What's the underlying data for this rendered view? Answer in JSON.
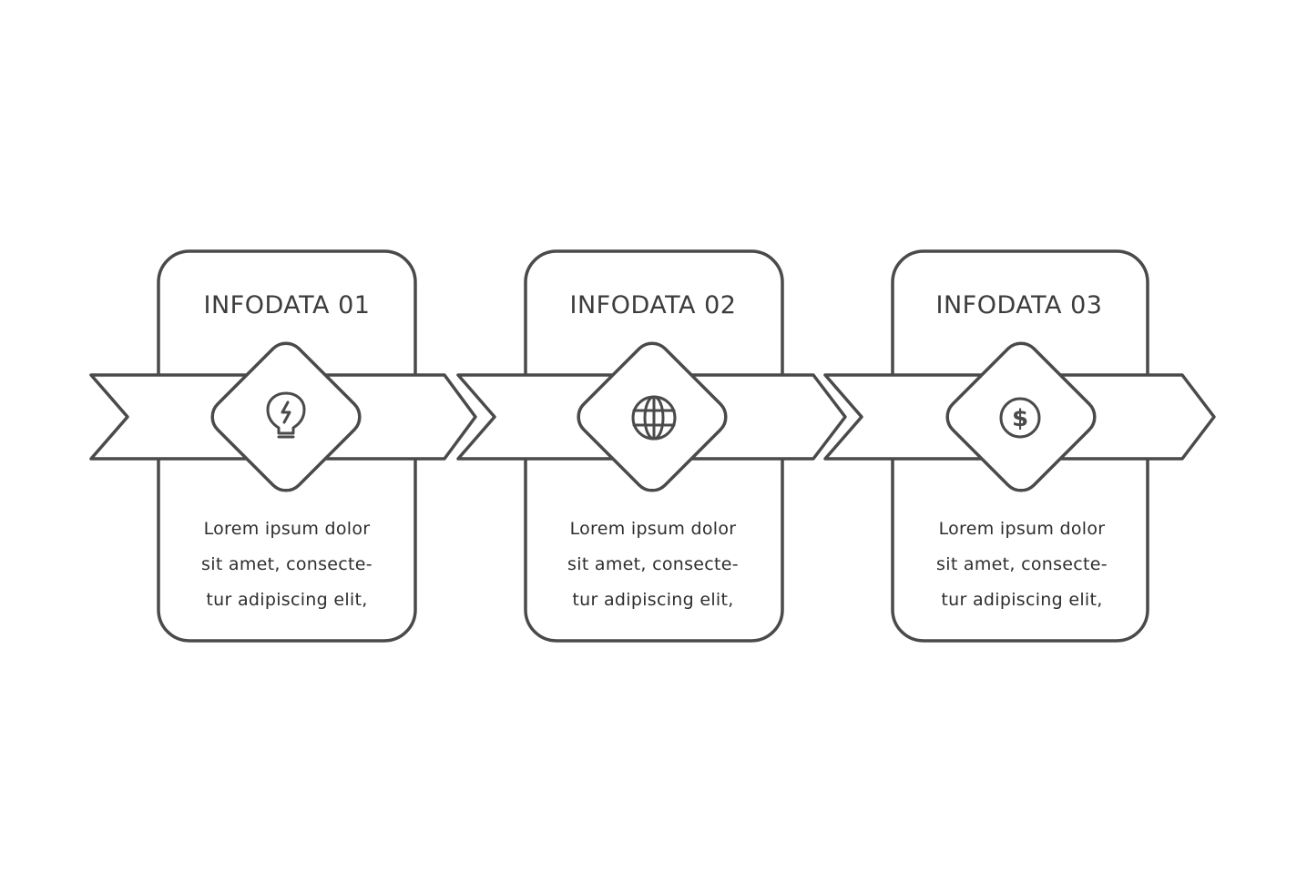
{
  "steps": [
    {
      "title": "INFODATA 01",
      "icon": "lightbulb-icon",
      "lines": [
        "Lorem ipsum dolor",
        "sit amet, consecte-",
        "tur adipiscing elit,"
      ]
    },
    {
      "title": "INFODATA 02",
      "icon": "globe-icon",
      "lines": [
        "Lorem ipsum dolor",
        "sit amet, consecte-",
        "tur adipiscing elit,"
      ]
    },
    {
      "title": "INFODATA 03",
      "icon": "dollar-coin-icon",
      "icon_text": "$",
      "lines": [
        "Lorem ipsum dolor",
        "sit amet, consecte-",
        "tur adipiscing elit,"
      ]
    }
  ],
  "colors": {
    "stroke": "#4a4a4a",
    "background": "#ffffff"
  }
}
